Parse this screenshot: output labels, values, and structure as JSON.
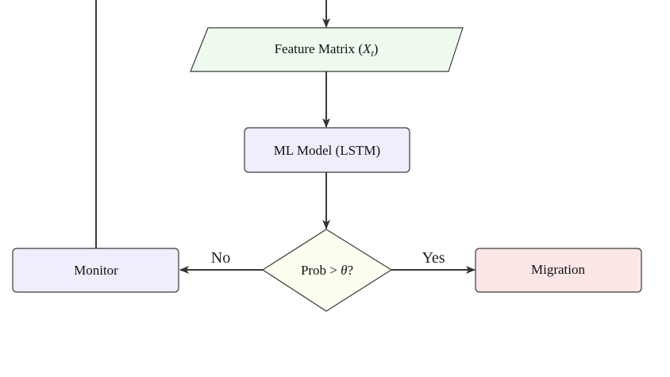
{
  "nodes": {
    "feature_matrix": {
      "label": "Feature Matrix (",
      "math_main": "X",
      "math_sub": "t",
      "label_close": ")",
      "fill": "#eefaee"
    },
    "ml_model": {
      "label": "ML Model (LSTM)",
      "fill": "#eeeefc"
    },
    "decision": {
      "label_prefix": "Prob > ",
      "math": "θ",
      "label_suffix": "?",
      "fill": "#fdfdf0"
    },
    "monitor": {
      "label": "Monitor",
      "fill": "#eeeefc"
    },
    "migration": {
      "label": "Migration",
      "fill": "#fde6e6"
    }
  },
  "edges": {
    "no_label": "No",
    "yes_label": "Yes"
  },
  "colors": {
    "stroke": "#3a3a3a",
    "arrow": "#333333"
  }
}
